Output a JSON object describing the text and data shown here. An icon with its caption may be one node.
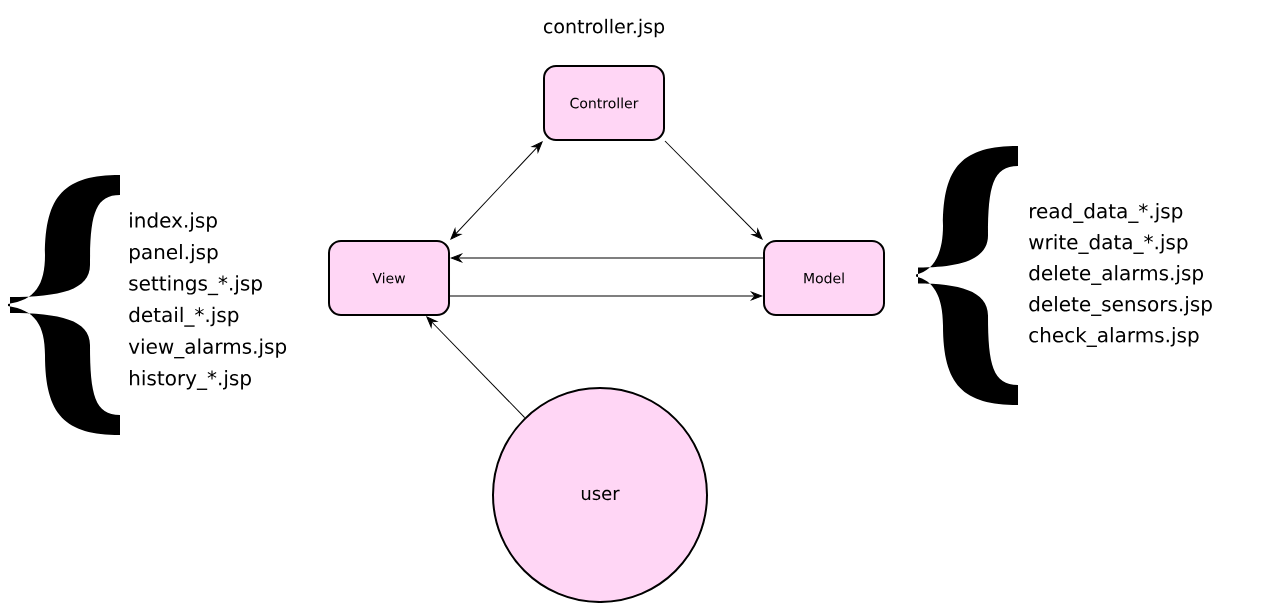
{
  "diagram": {
    "nodes": [
      {
        "text": [
          "Controller"
        ],
        "beside": [
          "controller.jsp"
        ]
      },
      {
        "text": [
          "View"
        ]
      },
      {
        "text": [
          "Model"
        ]
      },
      {
        "text": [
          "user"
        ]
      }
    ],
    "edges": [
      {
        "from": 1,
        "to": 0,
        "arrow": "both"
      },
      {
        "from": 0,
        "to": 2,
        "arrow": "to"
      },
      {
        "from": 2,
        "to": 1,
        "arrow": "to"
      },
      {
        "from": 1,
        "to": 2,
        "arrow": "to"
      },
      {
        "from": 3,
        "to": 1,
        "arrow": "to"
      }
    ],
    "labels": [
      "index.jsp",
      "panel.jsp",
      "settings_*.jsp",
      "detail_*.jsp",
      "view_alarms.jsp",
      "history_*.jsp",
      "read_data_*.jsp",
      "write_data_*.jsp",
      "delete_alarms.jsp",
      "delete_sensors.jsp",
      "check_alarms.jsp"
    ]
  }
}
